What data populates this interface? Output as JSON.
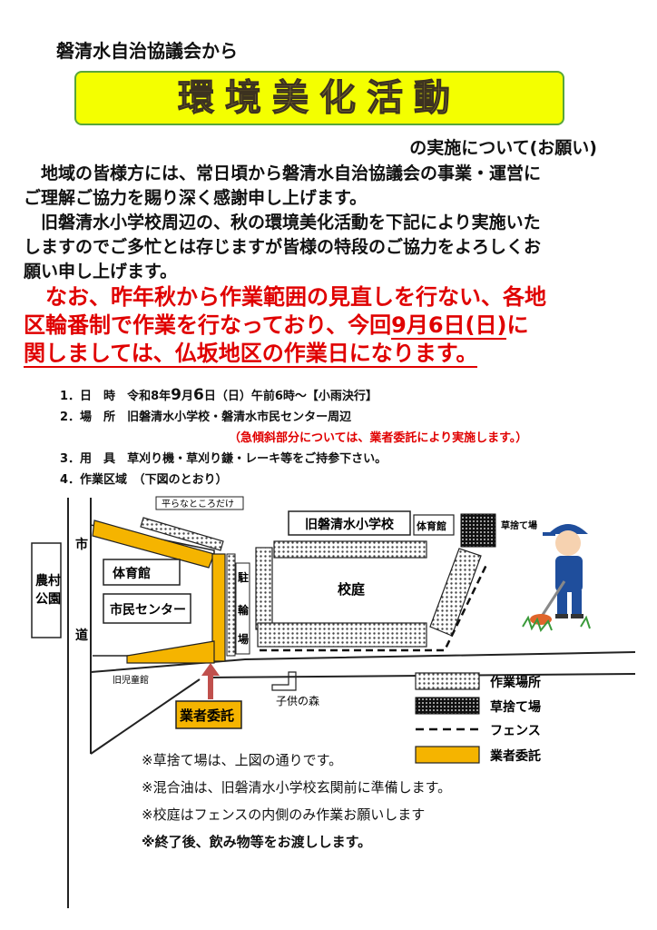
{
  "header": {
    "org": "磐清水自治協議会から",
    "title": "環境美化活動",
    "subtitle": "の実施について(お願い)"
  },
  "body": {
    "para1_line1": "地域の皆様方には、常日頃から磐清水自治協議会の事業・運営に",
    "para1_line2": "ご理解ご協力を賜り深く感謝申し上げます。",
    "para2_line1": "旧磐清水小学校周辺の、秋の環境美化活動を下記により実施いた",
    "para2_line2": "しますのでご多忙とは存じますが皆様の特段のご協力をよろしくお",
    "para2_line3": "願い申し上げます。"
  },
  "notice": {
    "line1": "なお、昨年秋から作業範囲の見直しを行ない、各地",
    "line2": "区輪番制で作業を行なっており、今回",
    "line2_date": "9月6日(日)",
    "line2_end": "に",
    "line3": "関しましては、仏坂地区の作業日になります。"
  },
  "items": {
    "i1_label": "1．日　時",
    "i1_pre": "令和8年",
    "i1_month": "9",
    "i1_mid": "月",
    "i1_day": "6",
    "i1_post": "日（日）午前6時～【小雨決行】",
    "i2_label": "2．場　所",
    "i2_value": "旧磐清水小学校・磐清水市民センター周辺",
    "i2_note": "（急傾斜部分については、業者委託により実施します。）",
    "i3_label": "3．用　具",
    "i3_value": "草刈り機・草刈り鎌・レーキ等をご持参下さい。",
    "i4_label": "4．作業区域",
    "i4_value": "（下図のとおり）"
  },
  "map": {
    "flat_only": "平らなところだけ",
    "old_school": "旧磐清水小学校",
    "gym_right": "体育館",
    "grass_dump": "草捨て場",
    "farm_park": "農村公園",
    "road_1": "市",
    "road_2": "道",
    "gym_left": "体育館",
    "civic_center": "市民センター",
    "parking": "駐輪場",
    "schoolyard": "校庭",
    "old_childrens_hall": "旧児童館",
    "childrens_forest": "子供の森",
    "contractor_callout": "業者委託",
    "legend": {
      "work_area": "作業場所",
      "dump": "草捨て場",
      "fence": "フェンス",
      "contractor": "業者委託"
    },
    "colors": {
      "contractor": "#f5b400",
      "work_pattern": "#d9d9d9",
      "arrow": "#c0504d"
    }
  },
  "notes": {
    "n1": "※草捨て場は、上図の通りです。",
    "n2": "※混合油は、旧磐清水小学校玄関前に準備します。",
    "n3": "※校庭はフェンスの内側のみ作業お願いします",
    "n4": "※終了後、飲み物等をお渡しします。"
  }
}
